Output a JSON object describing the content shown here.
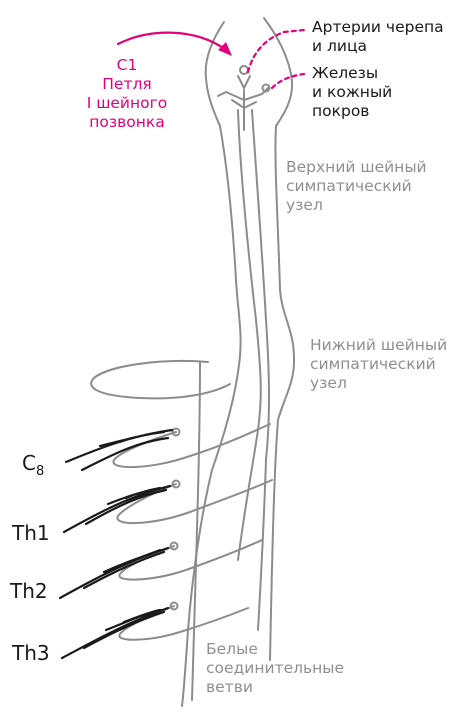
{
  "labels": {
    "c1": [
      "C1",
      "Петля",
      "I шейного",
      "позвонка"
    ],
    "arteries": [
      "Артерии черепа",
      "и лица"
    ],
    "glands": [
      "Железы",
      "и кожный",
      "покров"
    ],
    "upper_ganglion": [
      "Верхний шейный",
      "симпатический",
      "узел"
    ],
    "lower_ganglion": [
      "Нижний шейный",
      "симпатический",
      "узел"
    ],
    "white_rami": [
      "Белые",
      "соединительные",
      "ветви"
    ]
  },
  "segments": [
    {
      "base": "C",
      "sub": "8"
    },
    {
      "base": "Th1",
      "sub": ""
    },
    {
      "base": "Th2",
      "sub": ""
    },
    {
      "base": "Th3",
      "sub": ""
    }
  ],
  "colors": {
    "accent": "#e3007a",
    "nerve": "#8c8c8c",
    "fiber": "#1a1a1a",
    "label_grey": "#8f8f8f"
  }
}
